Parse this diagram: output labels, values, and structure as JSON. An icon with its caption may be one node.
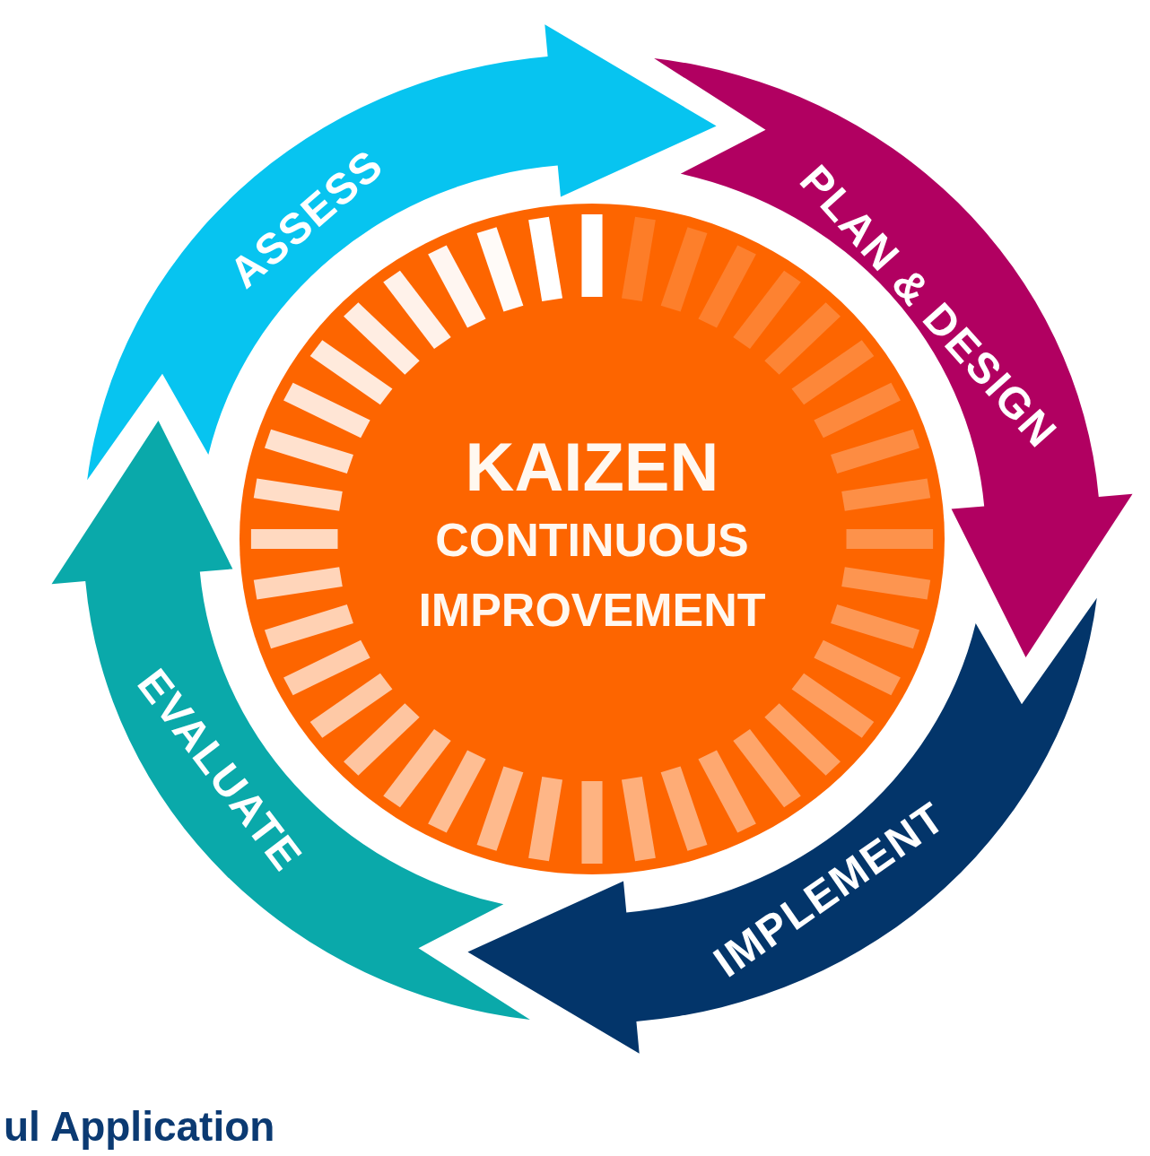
{
  "diagram": {
    "nodes": [
      {
        "text": [
          "KAIZEN",
          "CONTINUOUS IMPROVEMENT"
        ]
      },
      {
        "text": [
          "ASSESS"
        ]
      },
      {
        "text": [
          "PLAN & DESIGN"
        ]
      },
      {
        "text": [
          "IMPLEMENT"
        ]
      },
      {
        "text": [
          "EVALUATE"
        ]
      }
    ],
    "labels": [
      "ul Application"
    ]
  }
}
